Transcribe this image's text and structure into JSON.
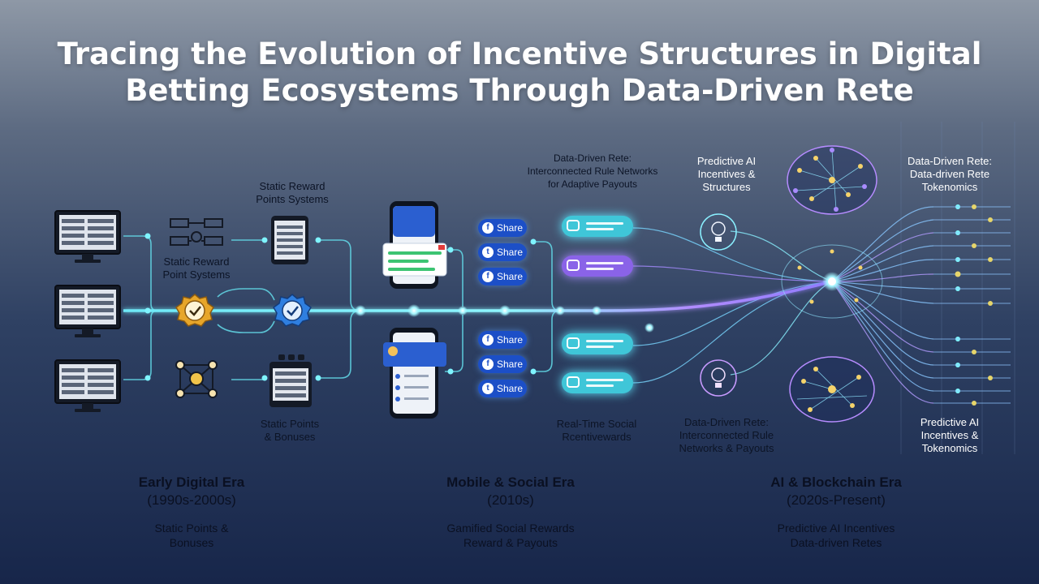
{
  "title": {
    "line1": "Tracing the Evolution of Incentive Structures in Digital",
    "line2": "Betting Ecosystems Through Data-Driven Rete"
  },
  "labels": {
    "static_reward_points_top": [
      "Static Reward",
      "Points Systems"
    ],
    "static_reward_point_mid": [
      "Static Reward",
      "Point Systems"
    ],
    "static_points_bonuses": [
      "Static Points",
      "& Bonuses"
    ],
    "data_driven_rete_top": [
      "Data-Driven Rete:",
      "Interconnected Rule Networks",
      "for Adaptive Payouts"
    ],
    "predictive_ai_top": [
      "Predictive AI",
      "Incentives &",
      "Structures"
    ],
    "data_driven_rete_tokenomics": [
      "Data-Driven Rete:",
      "Data-driven Rete",
      "Tokenomics"
    ],
    "real_time_social": [
      "Real-Time Social",
      "Rcentivewards"
    ],
    "data_driven_rete_bottom": [
      "Data-Driven Rete:",
      "Interconnected Rule",
      "Networks & Payouts"
    ],
    "predictive_ai_bottom": [
      "Predictive AI",
      "Incentives &",
      "Tokenomics"
    ]
  },
  "share_buttons": [
    {
      "label": "Share",
      "icon": "facebook-icon",
      "glyph": "f"
    },
    {
      "label": "Share",
      "icon": "twitter-icon",
      "glyph": "t"
    },
    {
      "label": "Share",
      "icon": "facebook-icon",
      "glyph": "f"
    },
    {
      "label": "Share",
      "icon": "facebook-icon",
      "glyph": "f"
    },
    {
      "label": "Share",
      "icon": "facebook-icon",
      "glyph": "f"
    },
    {
      "label": "Share",
      "icon": "twitter-icon",
      "glyph": "t"
    }
  ],
  "eras": [
    {
      "name": "Early Digital Era",
      "years": "(1990s-2000s)",
      "desc1": "Static Points &",
      "desc2": "Bonuses"
    },
    {
      "name": "Mobile & Social Era",
      "years": "(2010s)",
      "desc1": "Gamified Social Rewards",
      "desc2": "Reward & Payouts"
    },
    {
      "name": "AI & Blockchain Era",
      "years": "(2020s-Present)",
      "desc1": "Predictive AI Incentives",
      "desc2": "Data-driven Retes"
    }
  ],
  "colors": {
    "share_bg": "#1c4fc7",
    "timeline_glow": "#7ff4ff",
    "teal_bubble": "#35c9dc",
    "purple_bubble": "#8a63e8",
    "badge_gold": "#e7a62a",
    "badge_blue": "#2f7fe0"
  }
}
